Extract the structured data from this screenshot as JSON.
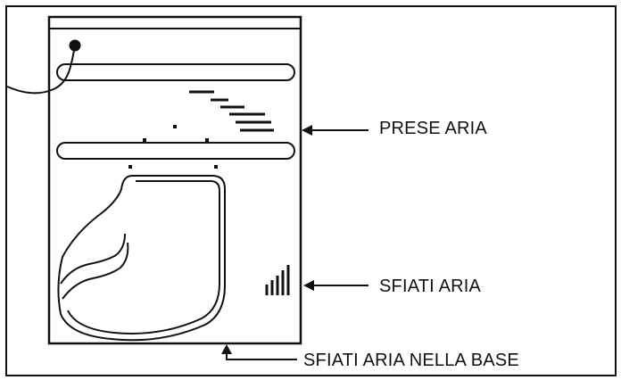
{
  "diagram": {
    "callouts": {
      "air_intakes": "PRESE ARIA",
      "air_vents": "SFIATI ARIA",
      "base_air_vents": "SFIATI ARIA NELLA BASE"
    },
    "line_color": "#111111",
    "background": "#ffffff"
  }
}
